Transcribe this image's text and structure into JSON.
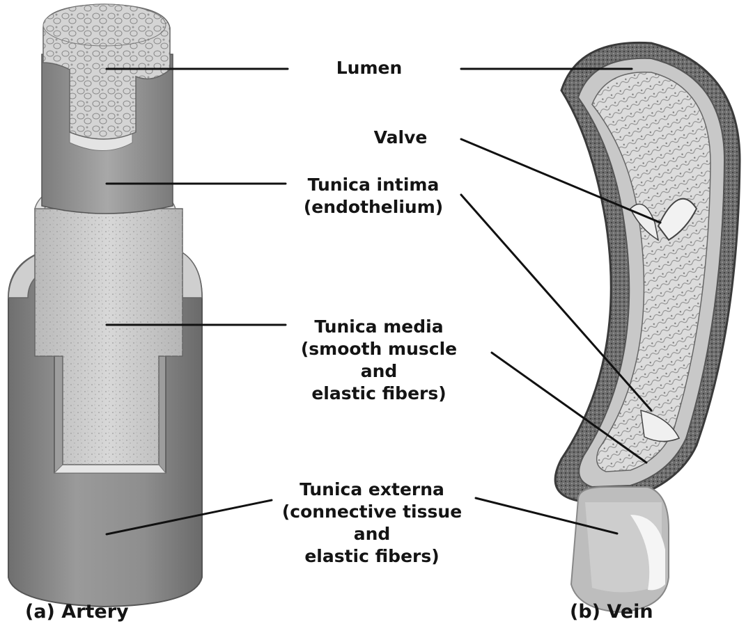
{
  "labels": {
    "lumen": "Lumen",
    "valve": "Valve",
    "intima": {
      "title": "Tunica intima",
      "detail": "(endothelium)"
    },
    "media": {
      "title": "Tunica media",
      "line2": "(smooth muscle",
      "line3": "and",
      "line4": "elastic fibers)"
    },
    "externa": {
      "title": "Tunica externa",
      "line2": "(connective tissue",
      "line3": "and",
      "line4": "elastic fibers)"
    }
  },
  "captions": {
    "artery": "(a) Artery",
    "vein": "(b) Vein"
  },
  "colors": {
    "externa_artery": "#8e8e8e",
    "media_artery": "#cdcdcd",
    "intima_artery": "#a2a2a2",
    "lumen_fill": "#dadada",
    "vein_outer": "#5e5e5e",
    "vein_media": "#7d7d7d",
    "vein_inner": "#e8e8e8",
    "leader_lines": "#111111"
  }
}
